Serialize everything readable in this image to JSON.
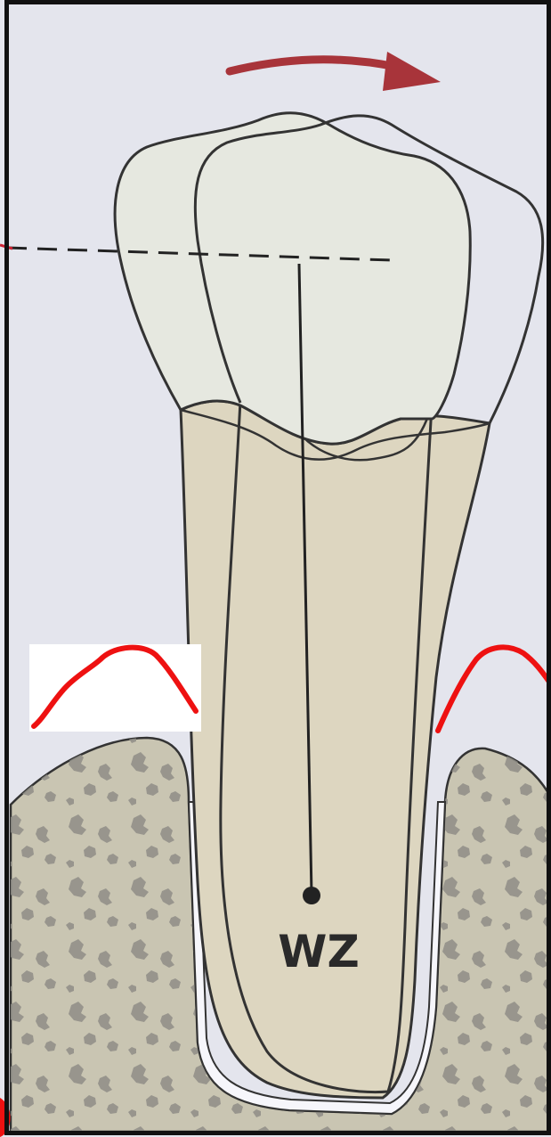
{
  "figure": {
    "center_label": "WZ"
  },
  "colors": {
    "page_bg": "#e4e5ed",
    "border": "#111111",
    "bone_fill": "#c9c5b2",
    "bone_spots": "#8f8d86",
    "root_fill": "#ddd6c0",
    "crown_fill": "#e6e8e0",
    "outline": "#333333",
    "ligament": "#f6f6fb",
    "arrow": "#a8343a",
    "annotation_red": "#ee1111",
    "inset_bg": "#ffffff"
  },
  "icons": {
    "rotation_arrow": "curved-arrow-right-icon",
    "gum_profile_left": "red-curve-annotation",
    "gum_profile_right": "red-curve-annotation"
  }
}
